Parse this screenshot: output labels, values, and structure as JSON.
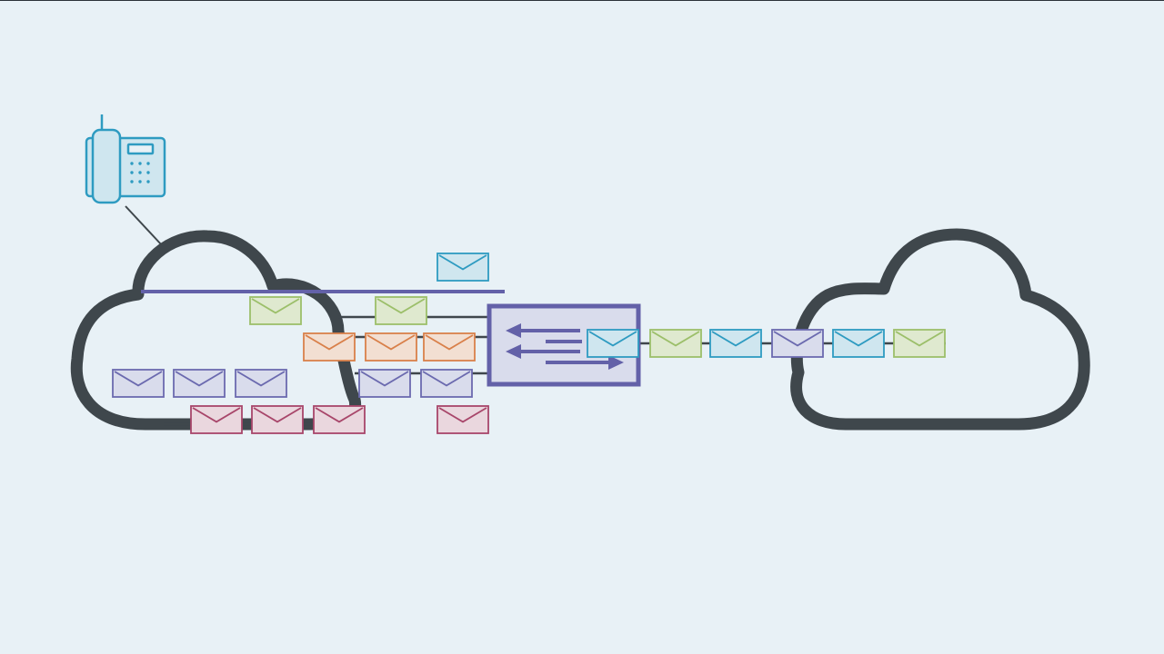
{
  "colors": {
    "background": "#e8f1f6",
    "cloud": "#3f474c",
    "line": "#3f474c",
    "router": "#6361a8",
    "router_fill": "#d9dcec",
    "phone": "#2e9bc1",
    "phone_fill": "#cfe6ef"
  },
  "envelope_palette": {
    "blue": {
      "stroke": "#2e9bc1",
      "fill": "#cfe6ef"
    },
    "green": {
      "stroke": "#9cbf6a",
      "fill": "#dfe9cf"
    },
    "orange": {
      "stroke": "#d9804a",
      "fill": "#f2dfd2"
    },
    "purple": {
      "stroke": "#6b6aaf",
      "fill": "#d9dcec"
    },
    "red": {
      "stroke": "#a8466a",
      "fill": "#ead7de"
    }
  },
  "icons": {
    "phone": "desk-phone-icon",
    "router": "router-icon",
    "clouds": [
      "cloud-icon",
      "cloud-icon"
    ],
    "envelope": "envelope-icon"
  },
  "envelopes": [
    {
      "group": "top",
      "color": "blue"
    },
    {
      "group": "lane-1",
      "color": "green"
    },
    {
      "group": "lane-1",
      "color": "green"
    },
    {
      "group": "lane-2",
      "color": "orange"
    },
    {
      "group": "lane-2",
      "color": "orange"
    },
    {
      "group": "lane-2",
      "color": "orange"
    },
    {
      "group": "lane-3",
      "color": "purple"
    },
    {
      "group": "lane-3",
      "color": "purple"
    },
    {
      "group": "lane-3",
      "color": "purple"
    },
    {
      "group": "lane-3",
      "color": "purple"
    },
    {
      "group": "lane-3",
      "color": "purple"
    },
    {
      "group": "lane-4",
      "color": "red"
    },
    {
      "group": "lane-4",
      "color": "red"
    },
    {
      "group": "lane-4",
      "color": "red"
    },
    {
      "group": "lane-4",
      "color": "red"
    },
    {
      "group": "outbound",
      "color": "blue"
    },
    {
      "group": "outbound",
      "color": "green"
    },
    {
      "group": "outbound",
      "color": "blue"
    },
    {
      "group": "outbound",
      "color": "purple"
    },
    {
      "group": "outbound",
      "color": "blue"
    },
    {
      "group": "outbound",
      "color": "green"
    }
  ]
}
